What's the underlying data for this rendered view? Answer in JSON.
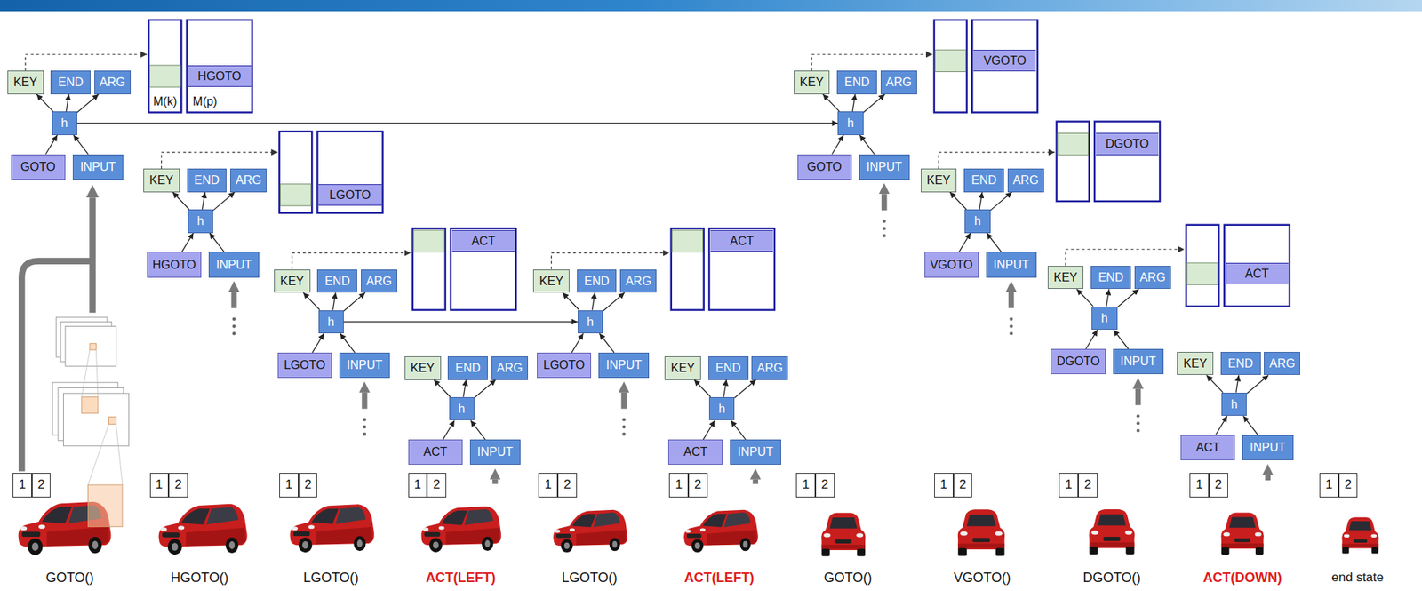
{
  "diagram": {
    "nodes": [
      {
        "text": [
          "KEY"
        ]
      },
      {
        "text": [
          "END"
        ]
      },
      {
        "text": [
          "ARG"
        ]
      },
      {
        "text": [
          "h"
        ]
      },
      {
        "text": [
          "GOTO"
        ]
      },
      {
        "text": [
          "INPUT"
        ]
      },
      {
        "text": [
          "HGOTO"
        ]
      },
      {
        "text": [
          "KEY"
        ]
      },
      {
        "text": [
          "END"
        ]
      },
      {
        "text": [
          "ARG"
        ]
      },
      {
        "text": [
          "h"
        ]
      },
      {
        "text": [
          "HGOTO"
        ]
      },
      {
        "text": [
          "INPUT"
        ]
      },
      {
        "text": [
          "LGOTO"
        ]
      },
      {
        "text": [
          "KEY"
        ]
      },
      {
        "text": [
          "END"
        ]
      },
      {
        "text": [
          "ARG"
        ]
      },
      {
        "text": [
          "h"
        ]
      },
      {
        "text": [
          "LGOTO"
        ]
      },
      {
        "text": [
          "INPUT"
        ]
      },
      {
        "text": [
          "ACT"
        ]
      },
      {
        "text": [
          "KEY"
        ]
      },
      {
        "text": [
          "END"
        ]
      },
      {
        "text": [
          "ARG"
        ]
      },
      {
        "text": [
          "h"
        ]
      },
      {
        "text": [
          "ACT"
        ]
      },
      {
        "text": [
          "INPUT"
        ]
      },
      {
        "text": [
          "KEY"
        ]
      },
      {
        "text": [
          "END"
        ]
      },
      {
        "text": [
          "ARG"
        ]
      },
      {
        "text": [
          "h"
        ]
      },
      {
        "text": [
          "LGOTO"
        ]
      },
      {
        "text": [
          "INPUT"
        ]
      },
      {
        "text": [
          "ACT"
        ]
      },
      {
        "text": [
          "KEY"
        ]
      },
      {
        "text": [
          "END"
        ]
      },
      {
        "text": [
          "ARG"
        ]
      },
      {
        "text": [
          "h"
        ]
      },
      {
        "text": [
          "ACT"
        ]
      },
      {
        "text": [
          "INPUT"
        ]
      },
      {
        "text": [
          "KEY"
        ]
      },
      {
        "text": [
          "END"
        ]
      },
      {
        "text": [
          "ARG"
        ]
      },
      {
        "text": [
          "h"
        ]
      },
      {
        "text": [
          "GOTO"
        ]
      },
      {
        "text": [
          "INPUT"
        ]
      },
      {
        "text": [
          "VGOTO"
        ]
      },
      {
        "text": [
          "KEY"
        ]
      },
      {
        "text": [
          "END"
        ]
      },
      {
        "text": [
          "ARG"
        ]
      },
      {
        "text": [
          "h"
        ]
      },
      {
        "text": [
          "VGOTO"
        ]
      },
      {
        "text": [
          "INPUT"
        ]
      },
      {
        "text": [
          "DGOTO"
        ]
      },
      {
        "text": [
          "KEY"
        ]
      },
      {
        "text": [
          "END"
        ]
      },
      {
        "text": [
          "ARG"
        ]
      },
      {
        "text": [
          "h"
        ]
      },
      {
        "text": [
          "DGOTO"
        ]
      },
      {
        "text": [
          "INPUT"
        ]
      },
      {
        "text": [
          "ACT"
        ]
      },
      {
        "text": [
          "KEY"
        ]
      },
      {
        "text": [
          "END"
        ]
      },
      {
        "text": [
          "ARG"
        ]
      },
      {
        "text": [
          "h"
        ]
      },
      {
        "text": [
          "ACT"
        ]
      },
      {
        "text": [
          "INPUT"
        ]
      },
      {
        "text": [
          "1"
        ]
      },
      {
        "text": [
          "2"
        ]
      },
      {
        "text": [
          "1"
        ]
      },
      {
        "text": [
          "2"
        ]
      },
      {
        "text": [
          "1"
        ]
      },
      {
        "text": [
          "2"
        ]
      },
      {
        "text": [
          "1"
        ]
      },
      {
        "text": [
          "2"
        ]
      },
      {
        "text": [
          "1"
        ]
      },
      {
        "text": [
          "2"
        ]
      },
      {
        "text": [
          "1"
        ]
      },
      {
        "text": [
          "2"
        ]
      },
      {
        "text": [
          "1"
        ]
      },
      {
        "text": [
          "2"
        ]
      },
      {
        "text": [
          "1"
        ]
      },
      {
        "text": [
          "2"
        ]
      },
      {
        "text": [
          "1"
        ]
      },
      {
        "text": [
          "2"
        ]
      },
      {
        "text": [
          "1"
        ]
      },
      {
        "text": [
          "2"
        ]
      },
      {
        "text": [
          "1"
        ]
      },
      {
        "text": [
          "2"
        ]
      }
    ],
    "edges": [
      {
        "from": 4,
        "to": 3,
        "arrow": "to"
      },
      {
        "from": 5,
        "to": 3,
        "arrow": "to"
      },
      {
        "from": 3,
        "to": 0,
        "arrow": "to"
      },
      {
        "from": 3,
        "to": 1,
        "arrow": "to"
      },
      {
        "from": 3,
        "to": 2,
        "arrow": "to"
      },
      {
        "from": 11,
        "to": 10,
        "arrow": "to"
      },
      {
        "from": 12,
        "to": 10,
        "arrow": "to"
      },
      {
        "from": 10,
        "to": 7,
        "arrow": "to"
      },
      {
        "from": 10,
        "to": 8,
        "arrow": "to"
      },
      {
        "from": 10,
        "to": 9,
        "arrow": "to"
      },
      {
        "from": 18,
        "to": 17,
        "arrow": "to"
      },
      {
        "from": 19,
        "to": 17,
        "arrow": "to"
      },
      {
        "from": 17,
        "to": 14,
        "arrow": "to"
      },
      {
        "from": 17,
        "to": 15,
        "arrow": "to"
      },
      {
        "from": 17,
        "to": 16,
        "arrow": "to"
      },
      {
        "from": 25,
        "to": 24,
        "arrow": "to"
      },
      {
        "from": 26,
        "to": 24,
        "arrow": "to"
      },
      {
        "from": 24,
        "to": 21,
        "arrow": "to"
      },
      {
        "from": 24,
        "to": 22,
        "arrow": "to"
      },
      {
        "from": 24,
        "to": 23,
        "arrow": "to"
      },
      {
        "from": 31,
        "to": 30,
        "arrow": "to"
      },
      {
        "from": 32,
        "to": 30,
        "arrow": "to"
      },
      {
        "from": 30,
        "to": 27,
        "arrow": "to"
      },
      {
        "from": 30,
        "to": 28,
        "arrow": "to"
      },
      {
        "from": 30,
        "to": 29,
        "arrow": "to"
      },
      {
        "from": 38,
        "to": 37,
        "arrow": "to"
      },
      {
        "from": 39,
        "to": 37,
        "arrow": "to"
      },
      {
        "from": 37,
        "to": 34,
        "arrow": "to"
      },
      {
        "from": 37,
        "to": 35,
        "arrow": "to"
      },
      {
        "from": 37,
        "to": 36,
        "arrow": "to"
      },
      {
        "from": 44,
        "to": 43,
        "arrow": "to"
      },
      {
        "from": 45,
        "to": 43,
        "arrow": "to"
      },
      {
        "from": 43,
        "to": 40,
        "arrow": "to"
      },
      {
        "from": 43,
        "to": 41,
        "arrow": "to"
      },
      {
        "from": 43,
        "to": 42,
        "arrow": "to"
      },
      {
        "from": 51,
        "to": 50,
        "arrow": "to"
      },
      {
        "from": 52,
        "to": 50,
        "arrow": "to"
      },
      {
        "from": 50,
        "to": 47,
        "arrow": "to"
      },
      {
        "from": 50,
        "to": 48,
        "arrow": "to"
      },
      {
        "from": 50,
        "to": 49,
        "arrow": "to"
      },
      {
        "from": 58,
        "to": 57,
        "arrow": "to"
      },
      {
        "from": 59,
        "to": 57,
        "arrow": "to"
      },
      {
        "from": 57,
        "to": 54,
        "arrow": "to"
      },
      {
        "from": 57,
        "to": 55,
        "arrow": "to"
      },
      {
        "from": 57,
        "to": 56,
        "arrow": "to"
      },
      {
        "from": 65,
        "to": 64,
        "arrow": "to"
      },
      {
        "from": 66,
        "to": 64,
        "arrow": "to"
      },
      {
        "from": 64,
        "to": 61,
        "arrow": "to"
      },
      {
        "from": 64,
        "to": 62,
        "arrow": "to"
      },
      {
        "from": 64,
        "to": 63,
        "arrow": "to"
      },
      {
        "from": 3,
        "to": 43,
        "arrow": "to"
      },
      {
        "from": 17,
        "to": 30,
        "arrow": "to"
      }
    ],
    "labels": [
      "M(k)",
      "M(p)",
      "GOTO()",
      "HGOTO()",
      "LGOTO()",
      "ACT(LEFT)",
      "LGOTO()",
      "ACT(LEFT)",
      "GOTO()",
      "VGOTO()",
      "DGOTO()",
      "ACT(DOWN)",
      "end state"
    ]
  }
}
